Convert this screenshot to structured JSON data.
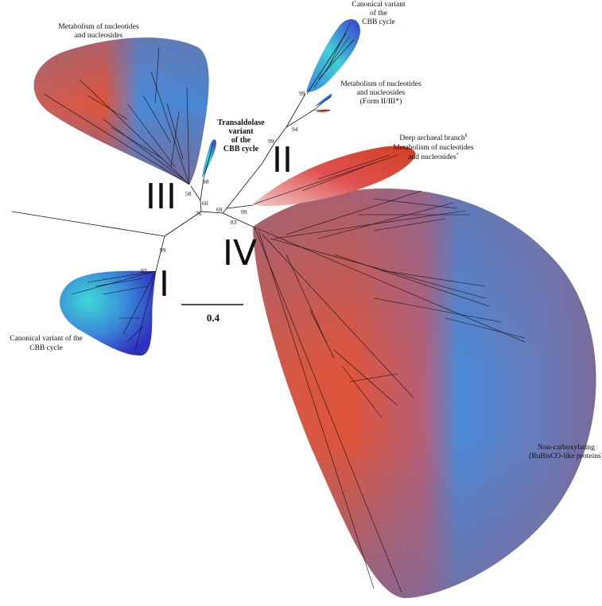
{
  "clades": {
    "I": "I",
    "II": "II",
    "III": "III",
    "IV": "IV"
  },
  "labels": {
    "form1_line1": "Canonical variant of the",
    "form1_line2": "CBB cycle",
    "form2a_line1": "Canonical variant",
    "form2a_line2": "of the",
    "form2a_line3": "CBB cycle",
    "form2b_line1": "Metabolism of nucleotides",
    "form2b_line2": "and nucleosides",
    "form2b_line3": "(Form II/III*)",
    "form3_line1": "Metabolism of nucleotides",
    "form3_line2": "and nucleosides",
    "transaldolase_line1": "Transaldolase",
    "transaldolase_line2": "variant",
    "transaldolase_line3": "of the",
    "transaldolase_line4": "CBB cycle",
    "deep_line1": "Deep archaeal branch",
    "deep_sup1": "§",
    "deep_line2": "Metabolism of nucleotides",
    "deep_line3": "and nucleosides",
    "deep_sup3": "*",
    "form4_line1": "Non-carboxylating",
    "form4_line2": "(RuBisCO-like proteins)"
  },
  "bootstrap": [
    "99",
    "97",
    "76",
    "60",
    "58",
    "98",
    "69",
    "83",
    "99",
    "99",
    "94",
    "99"
  ],
  "scale_bar": {
    "label": "0.4"
  },
  "colors": {
    "red": "#e0553a",
    "blue": "#3f88d8",
    "purple": "#7d6a92",
    "cyan": "#3fd3d8",
    "indigo": "#3333c8"
  }
}
